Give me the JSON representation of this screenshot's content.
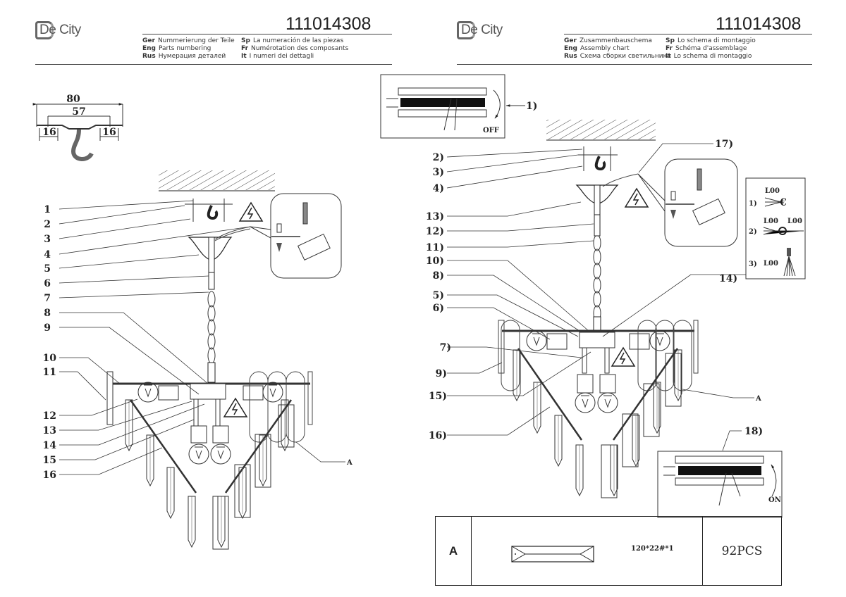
{
  "left_page": {
    "brand": "De City",
    "doc_number": "111014308",
    "translations": [
      {
        "lang": "Ger",
        "text": "Nummerierung der Teile"
      },
      {
        "lang": "Eng",
        "text": "Parts numbering"
      },
      {
        "lang": "Rus",
        "text": "Нумерация деталей"
      },
      {
        "lang": "Sp",
        "text": "La numeración de las piezas"
      },
      {
        "lang": "Fr",
        "text": "Numérotation des composants"
      },
      {
        "lang": "It",
        "text": "I numeri dei dettagli"
      }
    ],
    "bracket_dimensions": {
      "overall": "80",
      "inner": "57",
      "left_offset": "16",
      "right_offset": "16"
    },
    "part_labels": [
      "1",
      "2",
      "3",
      "4",
      "5",
      "6",
      "7",
      "8",
      "9",
      "10",
      "11",
      "12",
      "13",
      "14",
      "15",
      "16"
    ],
    "detail_label": "A"
  },
  "right_page": {
    "brand": "De City",
    "doc_number": "111014308",
    "translations": [
      {
        "lang": "Ger",
        "text": "Zusammenbauschema"
      },
      {
        "lang": "Eng",
        "text": "Assembly chart"
      },
      {
        "lang": "Rus",
        "text": "Схема сборки светильника"
      },
      {
        "lang": "Sp",
        "text": "Lo schema di montaggio"
      },
      {
        "lang": "Fr",
        "text": "Schéma d'assemblage"
      },
      {
        "lang": "It",
        "text": "Lo schema di montaggio"
      }
    ],
    "step_labels": {
      "s1": "1)",
      "s2": "2)",
      "s3": "3)",
      "s4": "4)",
      "s13": "13)",
      "s12": "12)",
      "s11": "11)",
      "s10": "10)",
      "s8": "8)",
      "s5": "5)",
      "s6": "6)",
      "s7": "7)",
      "s9": "9)",
      "s15": "15)",
      "s16": "16)",
      "s17": "17)",
      "s14": "14)",
      "s18": "18)"
    },
    "breaker_off_label": "OFF",
    "breaker_on_label": "ON",
    "detail_label": "A",
    "wire_steps": [
      {
        "num": "1)",
        "label": "L00"
      },
      {
        "num": "2)",
        "label": "L00",
        "label2": "L00"
      },
      {
        "num": "3)",
        "label": "L00"
      }
    ],
    "parts_table": {
      "item": "A",
      "spec": "120*22#*1",
      "quantity": "92PCS"
    }
  }
}
